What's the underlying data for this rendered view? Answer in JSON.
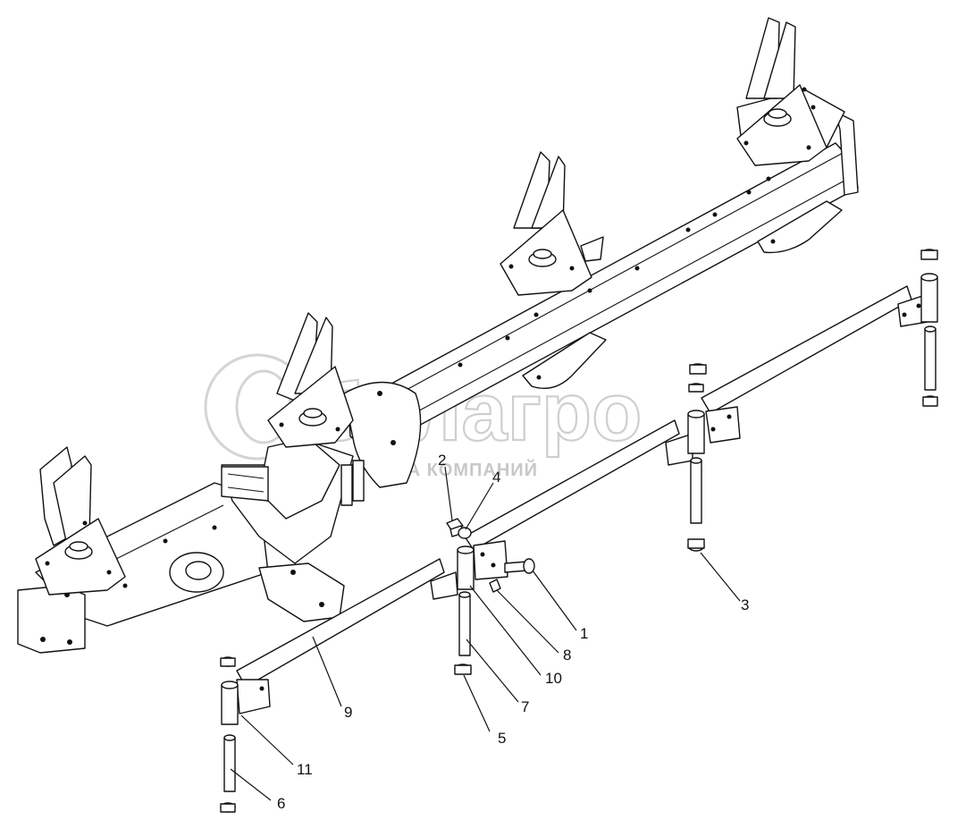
{
  "watermark": {
    "brand": "белагро",
    "tagline": "ГРУППА КОМПАНИЙ",
    "color": "#cfcfcf"
  },
  "callouts": [
    {
      "id": "1",
      "text": "1"
    },
    {
      "id": "2",
      "text": "2"
    },
    {
      "id": "3",
      "text": "3"
    },
    {
      "id": "4",
      "text": "4"
    },
    {
      "id": "5",
      "text": "5"
    },
    {
      "id": "6",
      "text": "6"
    },
    {
      "id": "7",
      "text": "7"
    },
    {
      "id": "8",
      "text": "8"
    },
    {
      "id": "9",
      "text": "9"
    },
    {
      "id": "10",
      "text": "10"
    },
    {
      "id": "11",
      "text": "11"
    }
  ],
  "colors": {
    "line": "#111111",
    "background": "#ffffff"
  }
}
